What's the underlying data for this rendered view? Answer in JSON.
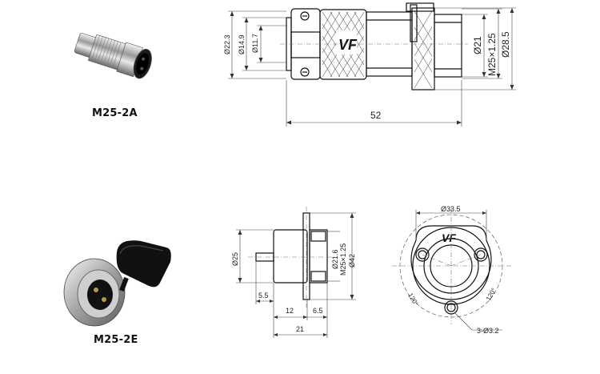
{
  "products": [
    {
      "caption": "M25-2A",
      "dimensions": {
        "d_22_3": "Ø22.3",
        "d_14_9": "Ø14.9",
        "d_11_7": "Ø11.7",
        "d_21": "Ø21",
        "thread": "M25×1.25",
        "d_28_5": "Ø28.5",
        "length": "52"
      }
    },
    {
      "caption": "M25-2E",
      "dimensions": {
        "d_25": "Ø25",
        "d_21_6": "Ø21.6",
        "thread": "M25×1.25",
        "d_42": "Ø42",
        "pin": "5.5",
        "body": "12",
        "flange": "6.5",
        "total": "21",
        "bolt_circle": "Ø33.5",
        "angle_left": "120°",
        "angle_right": "120°",
        "holes": "3-Ø3.2"
      }
    }
  ],
  "logo_text": "VF"
}
